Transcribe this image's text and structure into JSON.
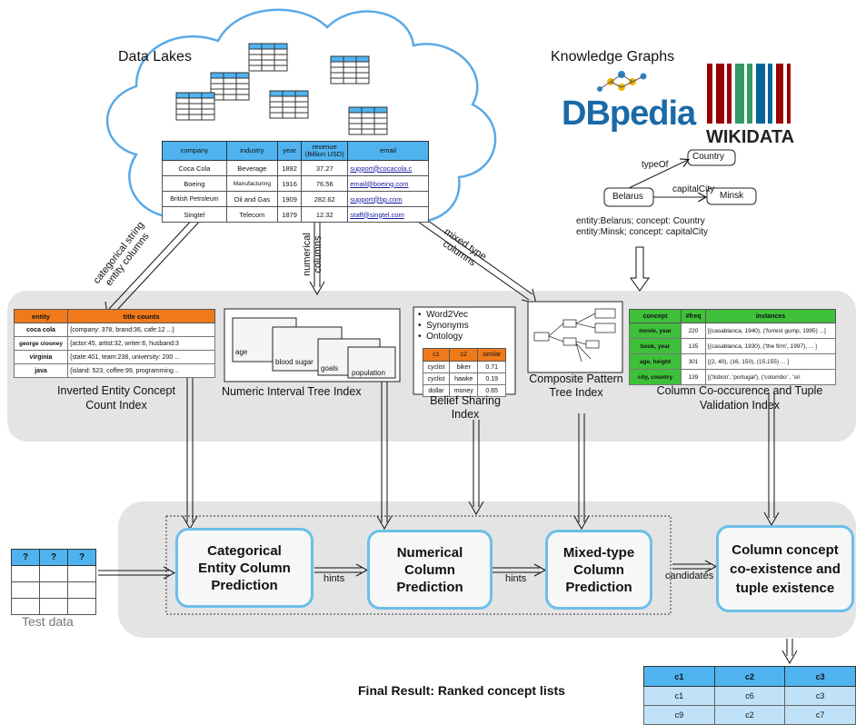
{
  "data_lakes": {
    "title": "Data Lakes",
    "company_table": {
      "headers": [
        "company",
        "industry",
        "year",
        "revenue (Billion USD)",
        "email"
      ],
      "rows": [
        [
          "Coca Cola",
          "Beverage",
          "1892",
          "37.27",
          "support@cocacola.c"
        ],
        [
          "Boeing",
          "Manufacturing",
          "1916",
          "76.56",
          "email@boeing.com"
        ],
        [
          "British Petroleum",
          "Oil and Gas",
          "1909",
          "282.62",
          "support@bp.com"
        ],
        [
          "Singtel",
          "Telecom",
          "1879",
          "12.32",
          "staff@singtel.com"
        ]
      ]
    }
  },
  "knowledge_graphs": {
    "title": "Knowledge Graphs",
    "dbpedia": "DBpedia",
    "wikidata": "WIKIDATA",
    "nodes": {
      "country": "Country",
      "belarus": "Belarus",
      "minsk": "Minsk"
    },
    "edges": {
      "type_of": "typeOf",
      "capital_city": "capitalCity"
    },
    "entity_lines": [
      "entity:Belarus; concept: Country",
      "entity:Minsk; concept: capitalCity"
    ]
  },
  "flows": {
    "categorical": [
      "categorical string",
      "entity columns"
    ],
    "numerical": [
      "numerical",
      "columns"
    ],
    "mixed": [
      "mixed type",
      "columns"
    ]
  },
  "indexes": {
    "inverted": {
      "caption": [
        "Inverted Entity Concept",
        "Count Index"
      ],
      "headers": [
        "entity",
        "title counts"
      ],
      "rows": [
        [
          "coca cola",
          "{company: 378, brand:36, cafe:12 ...}"
        ],
        [
          "george clooney",
          "{actor:45, artist:32, writer:6, husband:3"
        ],
        [
          "virginia",
          "{state:401, team:238, university: 200 ..."
        ],
        [
          "java",
          "{island: 523, coffee:99, programming .."
        ]
      ]
    },
    "numeric": {
      "caption": "Numeric Interval Tree Index",
      "labels": [
        "age",
        "blood sugar",
        "goals",
        "population"
      ]
    },
    "belief": {
      "caption": [
        "Belief Sharing",
        "Index"
      ],
      "bullets": [
        "Word2Vec",
        "Synonyms",
        "Ontology"
      ],
      "headers": [
        "c1",
        "c2",
        "similar"
      ],
      "rows": [
        [
          "cyclist",
          "biker",
          "0.71"
        ],
        [
          "cyclist",
          "hawke",
          "0.19"
        ],
        [
          "dollar",
          "money",
          "0.65"
        ]
      ]
    },
    "composite": {
      "caption": [
        "Composite Pattern",
        "Tree Index"
      ]
    },
    "cooccurrence": {
      "caption": [
        "Column Co-occurence and Tuple",
        "Validation Index"
      ],
      "headers": [
        "concept",
        "#freq",
        "instances"
      ],
      "rows": [
        [
          "movie, year",
          "220",
          "[(casablanca, 1940), ('forrest gump, 1995) ...]"
        ],
        [
          "book, year",
          "135",
          "[(casablanca, 1930), ('the firm', 1997), ... ]"
        ],
        [
          "age, height",
          "301",
          "[(2, 40), (16, 150), (15,155) ... ]"
        ],
        [
          "city, country",
          "139",
          "[('lisbon', 'portugal'), ('colombo' , 'sri"
        ]
      ]
    }
  },
  "predictions": {
    "categorical": [
      "Categorical",
      "Entity Column",
      "Prediction"
    ],
    "numerical": [
      "Numerical",
      "Column",
      "Prediction"
    ],
    "mixed": [
      "Mixed-type",
      "Column",
      "Prediction"
    ],
    "concept": [
      "Column concept",
      "co-existence and",
      "tuple existence"
    ]
  },
  "edge_labels": {
    "hints1": "hints",
    "hints2": "hints",
    "candidates": "candidates"
  },
  "test_data": {
    "headers": [
      "?",
      "?",
      "?"
    ],
    "caption": "Test data"
  },
  "final": {
    "caption": "Final Result: Ranked concept lists",
    "headers": [
      "c1",
      "c2",
      "c3"
    ],
    "rows": [
      [
        "c1",
        "c6",
        "c3"
      ],
      [
        "c9",
        "c2",
        "c7"
      ]
    ]
  },
  "colors": {
    "accent_blue": "#4fb3f0",
    "orange": "#f07a1a",
    "green": "#3fc03a",
    "panel_gray": "#e4e4e4",
    "box_border": "#6bbfe8"
  }
}
